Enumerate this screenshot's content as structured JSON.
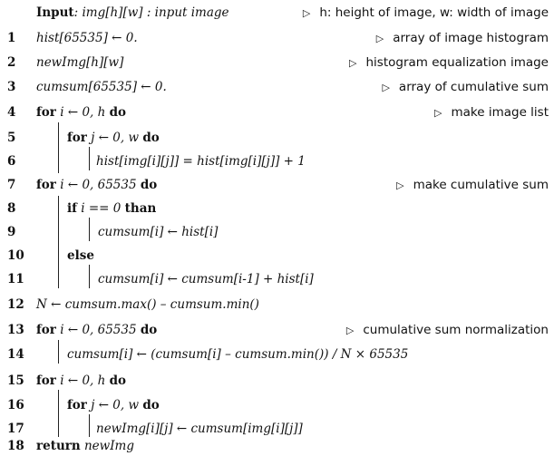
{
  "header": {
    "input_label": "Input",
    "input_sig": ": img[h][w] : input image",
    "comment": "h: height of image, w: width of image"
  },
  "lines": [
    {
      "n": "1",
      "code": "hist[65535]  ← 0.",
      "comment": "array of image histogram"
    },
    {
      "n": "2",
      "code": "newImg[h][w]",
      "comment": "histogram equalization image"
    },
    {
      "n": "3",
      "code": "cumsum[65535]  ← 0.",
      "comment": "array of cumulative sum"
    },
    {
      "n": "4",
      "kw1": "for",
      "code": " i  ← 0, h ",
      "kw2": "do",
      "comment": "make image list"
    },
    {
      "n": "5",
      "kw1": "for",
      "code": " j  ← 0, w ",
      "kw2": "do"
    },
    {
      "n": "6",
      "code": "hist[img[i][j]] = hist[img[i][j]] + 1"
    },
    {
      "n": "7",
      "kw1": "for",
      "code": " i  ← 0, 65535 ",
      "kw2": "do",
      "comment": "make cumulative sum"
    },
    {
      "n": "8",
      "kw1": "if",
      "code": " i == 0 ",
      "kw2": "than"
    },
    {
      "n": "9",
      "code": "cumsum[i]  ← hist[i]"
    },
    {
      "n": "10",
      "kw1": "else"
    },
    {
      "n": "11",
      "code": "cumsum[i]  ← cumsum[i-1] + hist[i]"
    },
    {
      "n": "12",
      "code": "N  ← cumsum.max() – cumsum.min()"
    },
    {
      "n": "13",
      "kw1": "for",
      "code": " i  ← 0, 65535 ",
      "kw2": "do",
      "comment": "cumulative sum normalization"
    },
    {
      "n": "14",
      "code": "cumsum[i]  ← (cumsum[i] – cumsum.min()) / N  × 65535"
    },
    {
      "n": "15",
      "kw1": "for",
      "code": " i  ← 0, h ",
      "kw2": "do"
    },
    {
      "n": "16",
      "kw1": "for",
      "code": " j  ← 0, w ",
      "kw2": "do"
    },
    {
      "n": "17",
      "code": "newImg[i][j]  ← cumsum[img[i][j]]"
    },
    {
      "n": "18",
      "kw1": "return",
      "code": " newImg"
    }
  ],
  "comment_marker": "▷"
}
